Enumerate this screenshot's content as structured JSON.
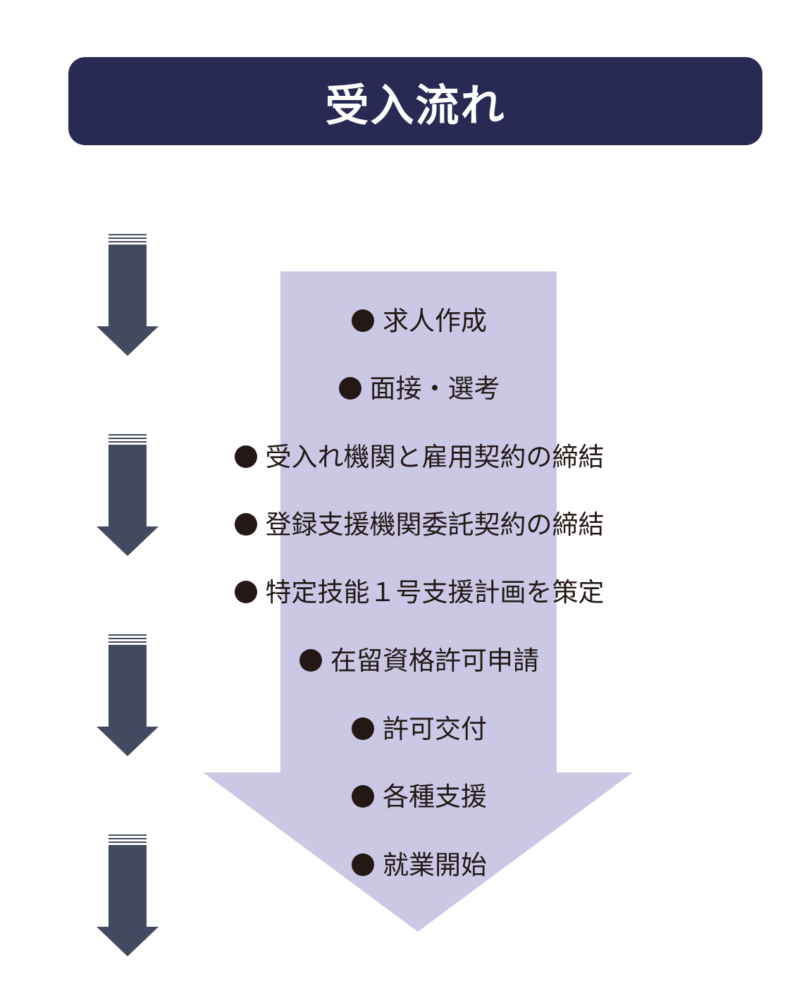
{
  "title": "受入流れ",
  "colors": {
    "title_bar": "#292a53",
    "main_arrow": "#cac8e4",
    "side_arrow": "#414a5e",
    "text": "#231815"
  },
  "steps": [
    "求人作成",
    "面接・選考",
    "受入れ機関と雇用契約の締結",
    "登録支援機関委託契約の締結",
    "特定技能１号支援計画を策定",
    "在留資格許可申請",
    "許可交付",
    "各種支援",
    "就業開始"
  ]
}
